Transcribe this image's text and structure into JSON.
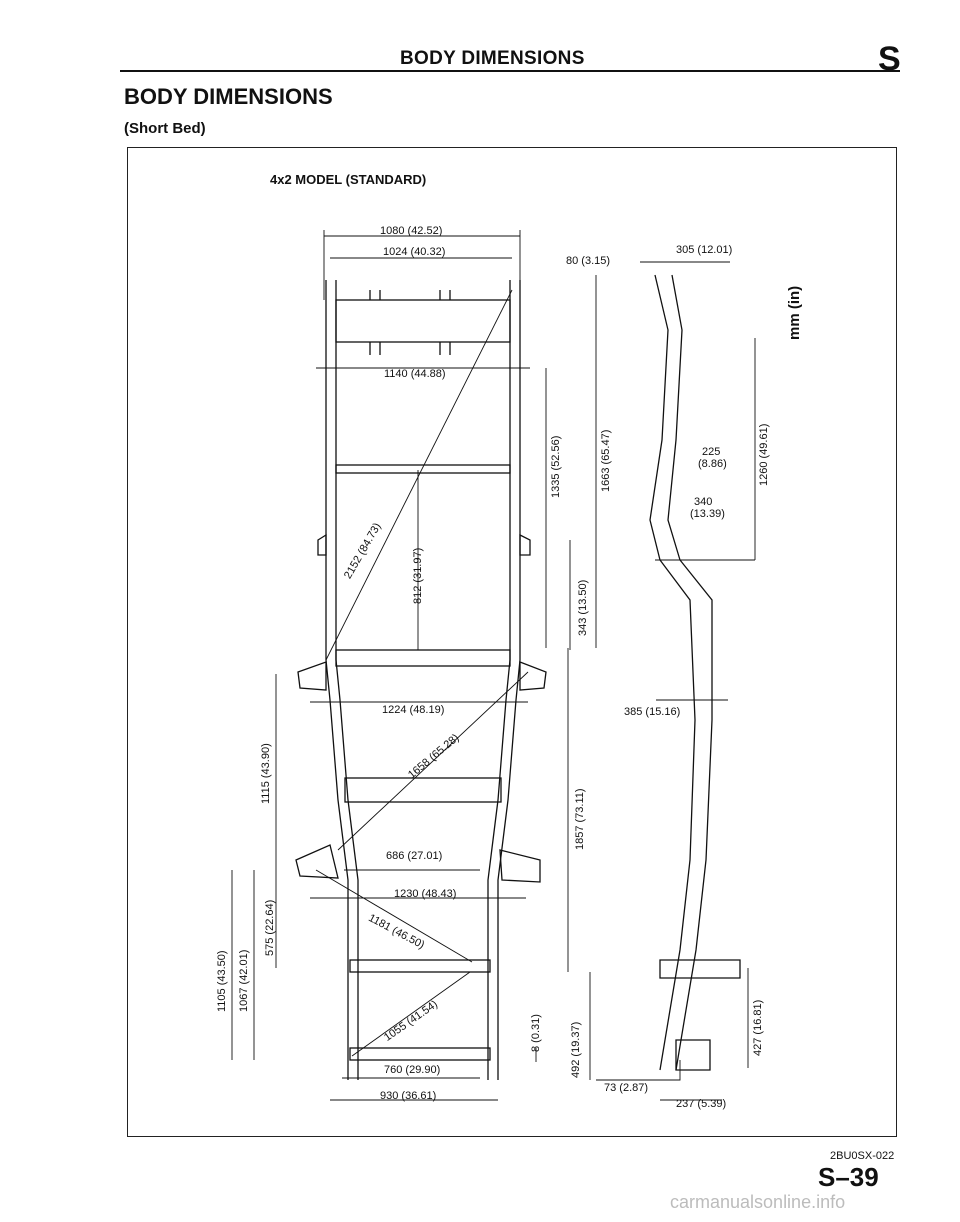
{
  "header": {
    "title": "BODY DIMENSIONS",
    "letter": "S"
  },
  "section": {
    "title": "BODY DIMENSIONS",
    "subtitle": "(Short Bed)"
  },
  "figure": {
    "model": "4x2 MODEL (STANDARD)",
    "units": "mm (in)",
    "dims": {
      "d1080": "1080 (42.52)",
      "d1024": "1024 (40.32)",
      "d1140": "1140 (44.88)",
      "d80": "80 (3.15)",
      "d305": "305 (12.01)",
      "d1335": "1335 (52.56)",
      "d1663": "1663 (65.47)",
      "d1260": "1260 (49.61)",
      "d225a": "225",
      "d225b": "(8.86)",
      "d340a": "340",
      "d340b": "(13.39)",
      "d2152": "2152 (84.73)",
      "d812": "812 (31.97)",
      "d343": "343 (13.50)",
      "d1224": "1224 (48.19)",
      "d385": "385 (15.16)",
      "d1115": "1115 (43.90)",
      "d1658": "1658 (65.28)",
      "d1857": "1857 (73.11)",
      "d686": "686 (27.01)",
      "d1230": "1230 (48.43)",
      "d1181": "1181 (46.50)",
      "d575": "575 (22.64)",
      "d1067": "1067 (42.01)",
      "d1105": "1105 (43.50)",
      "d1055": "1055 (41.54)",
      "d8": "8 (0.31)",
      "d492": "492 (19.37)",
      "d427": "427 (16.81)",
      "d760": "760 (29.90)",
      "d930": "930 (36.61)",
      "d73": "73 (2.87)",
      "d237": "237 (5.39)"
    }
  },
  "footer": {
    "code": "2BU0SX-022",
    "page": "S–39",
    "watermark": "carmanualsonline.info"
  }
}
